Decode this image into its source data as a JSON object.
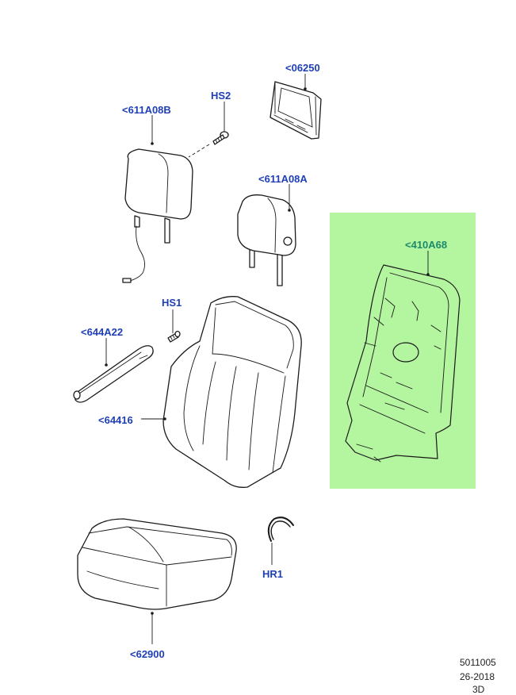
{
  "callouts": {
    "c06250": "<06250",
    "hs2": "HS2",
    "c611a08b": "<611A08B",
    "c611a08a": "<611A08A",
    "c410a68": "<410A68",
    "hs1": "HS1",
    "c644a22": "<644A22",
    "c64416": "<64416",
    "hr1": "HR1",
    "c62900": "<62900"
  },
  "stamp": {
    "line1": "5011005",
    "line2": "26-2018",
    "line3": "3D"
  },
  "colors": {
    "callout_text": "#1f3fb5",
    "highlight_callout_text": "#1b8a6b",
    "highlight_fill": "#b4f59f"
  }
}
